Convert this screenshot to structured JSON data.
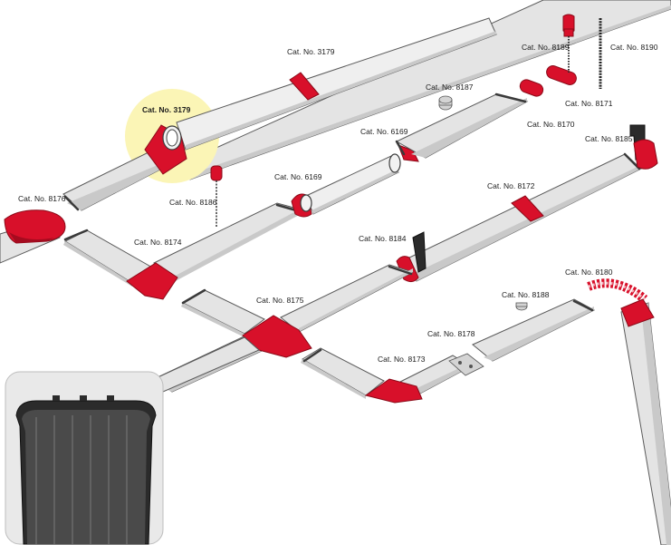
{
  "labels": {
    "l_3179_top": "Cat. No. 3179",
    "l_3179_hl": "Cat. No. 3179",
    "l_8176": "Cat. No. 8176",
    "l_8186": "Cat. No. 8186",
    "l_8174": "Cat. No. 8174",
    "l_6169_a": "Cat. No. 6169",
    "l_6169_b": "Cat. No. 6169",
    "l_8187": "Cat. No. 8187",
    "l_8189": "Cat. No. 8189",
    "l_8190": "Cat. No. 8190",
    "l_8171": "Cat. No. 8171",
    "l_8170": "Cat. No. 8170",
    "l_8185": "Cat. No. 8185",
    "l_8172": "Cat. No. 8172",
    "l_8184": "Cat. No. 8184",
    "l_8175": "Cat. No. 8175",
    "l_8188": "Cat. No. 8188",
    "l_8180": "Cat. No. 8180",
    "l_8178": "Cat. No. 8178",
    "l_8173": "Cat. No. 8173"
  },
  "colors": {
    "fitting_red": "#d8102a",
    "duct_grey": "#e4e4e4",
    "highlight_yellow": "#fbf5b6",
    "profile_dark": "#2b2b2b"
  },
  "icons": {
    "duct_section": "oval-cable-duct",
    "corner_fitting": "duct-corner-red",
    "tee_fitting": "duct-tee-red",
    "end_cap": "duct-end-cap",
    "ceiling_hanger": "pendant-hanger",
    "chain": "suspension-chain",
    "wall_bracket": "wall-bracket",
    "flex_connector": "flexible-duct-connector",
    "profile_photo": "duct-cross-section-photo"
  }
}
